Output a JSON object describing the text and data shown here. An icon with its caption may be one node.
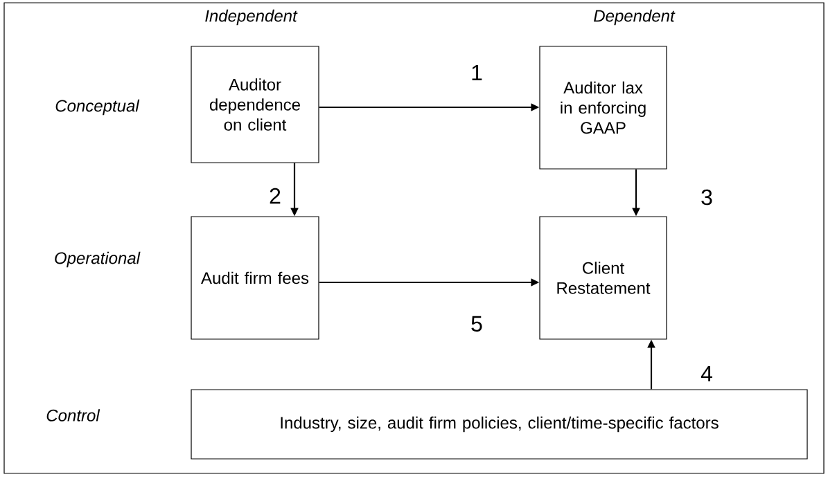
{
  "diagram": {
    "nodes": [
      {
        "text": [
          "Auditor dependence on client"
        ]
      },
      {
        "text": [
          "Auditor lax in enforcing GAAP"
        ]
      },
      {
        "text": [
          "Audit firm fees"
        ]
      },
      {
        "text": [
          "Client Restatement"
        ]
      },
      {
        "text": [
          "Industry, size, audit firm policies, client/time-specific factors"
        ]
      }
    ],
    "edges": [
      {
        "from": 0,
        "to": 1,
        "arrow": "to",
        "label": "1"
      },
      {
        "from": 0,
        "to": 2,
        "arrow": "to",
        "label": "2"
      },
      {
        "from": 1,
        "to": 3,
        "arrow": "to",
        "label": "3"
      },
      {
        "from": 4,
        "to": 3,
        "arrow": "to",
        "label": "4"
      },
      {
        "from": 2,
        "to": 3,
        "arrow": "to",
        "label": "5"
      }
    ],
    "labels": [
      "Independent",
      "Dependent",
      "Conceptual",
      "Operational",
      "Control"
    ]
  }
}
